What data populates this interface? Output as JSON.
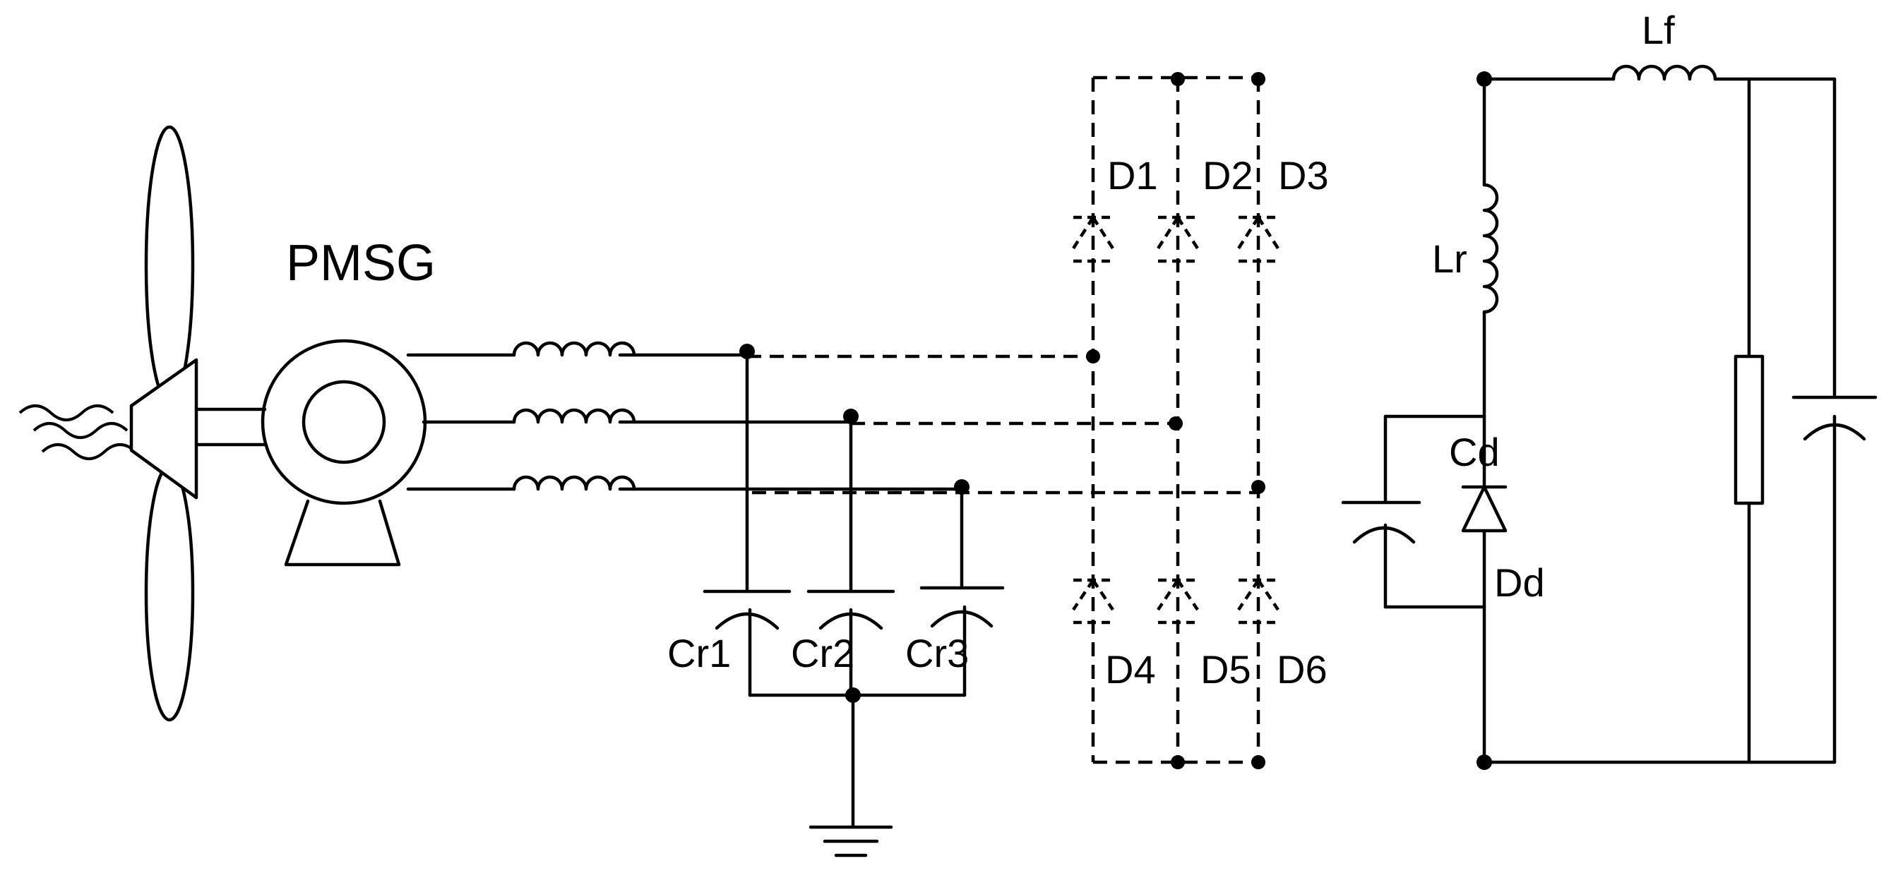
{
  "labels": {
    "pmsg": "PMSG",
    "lf": "Lf",
    "lr": "Lr",
    "cd": "Cd",
    "dd": "Dd",
    "d1": "D1",
    "d2": "D2",
    "d3": "D3",
    "d4": "D4",
    "d5": "D5",
    "d6": "D6",
    "cr1": "Cr1",
    "cr2": "Cr2",
    "cr3": "Cr3"
  },
  "icons": {
    "wind": "wind-icon",
    "turbine": "wind-turbine-icon",
    "generator": "generator-icon",
    "ground": "ground-icon"
  }
}
